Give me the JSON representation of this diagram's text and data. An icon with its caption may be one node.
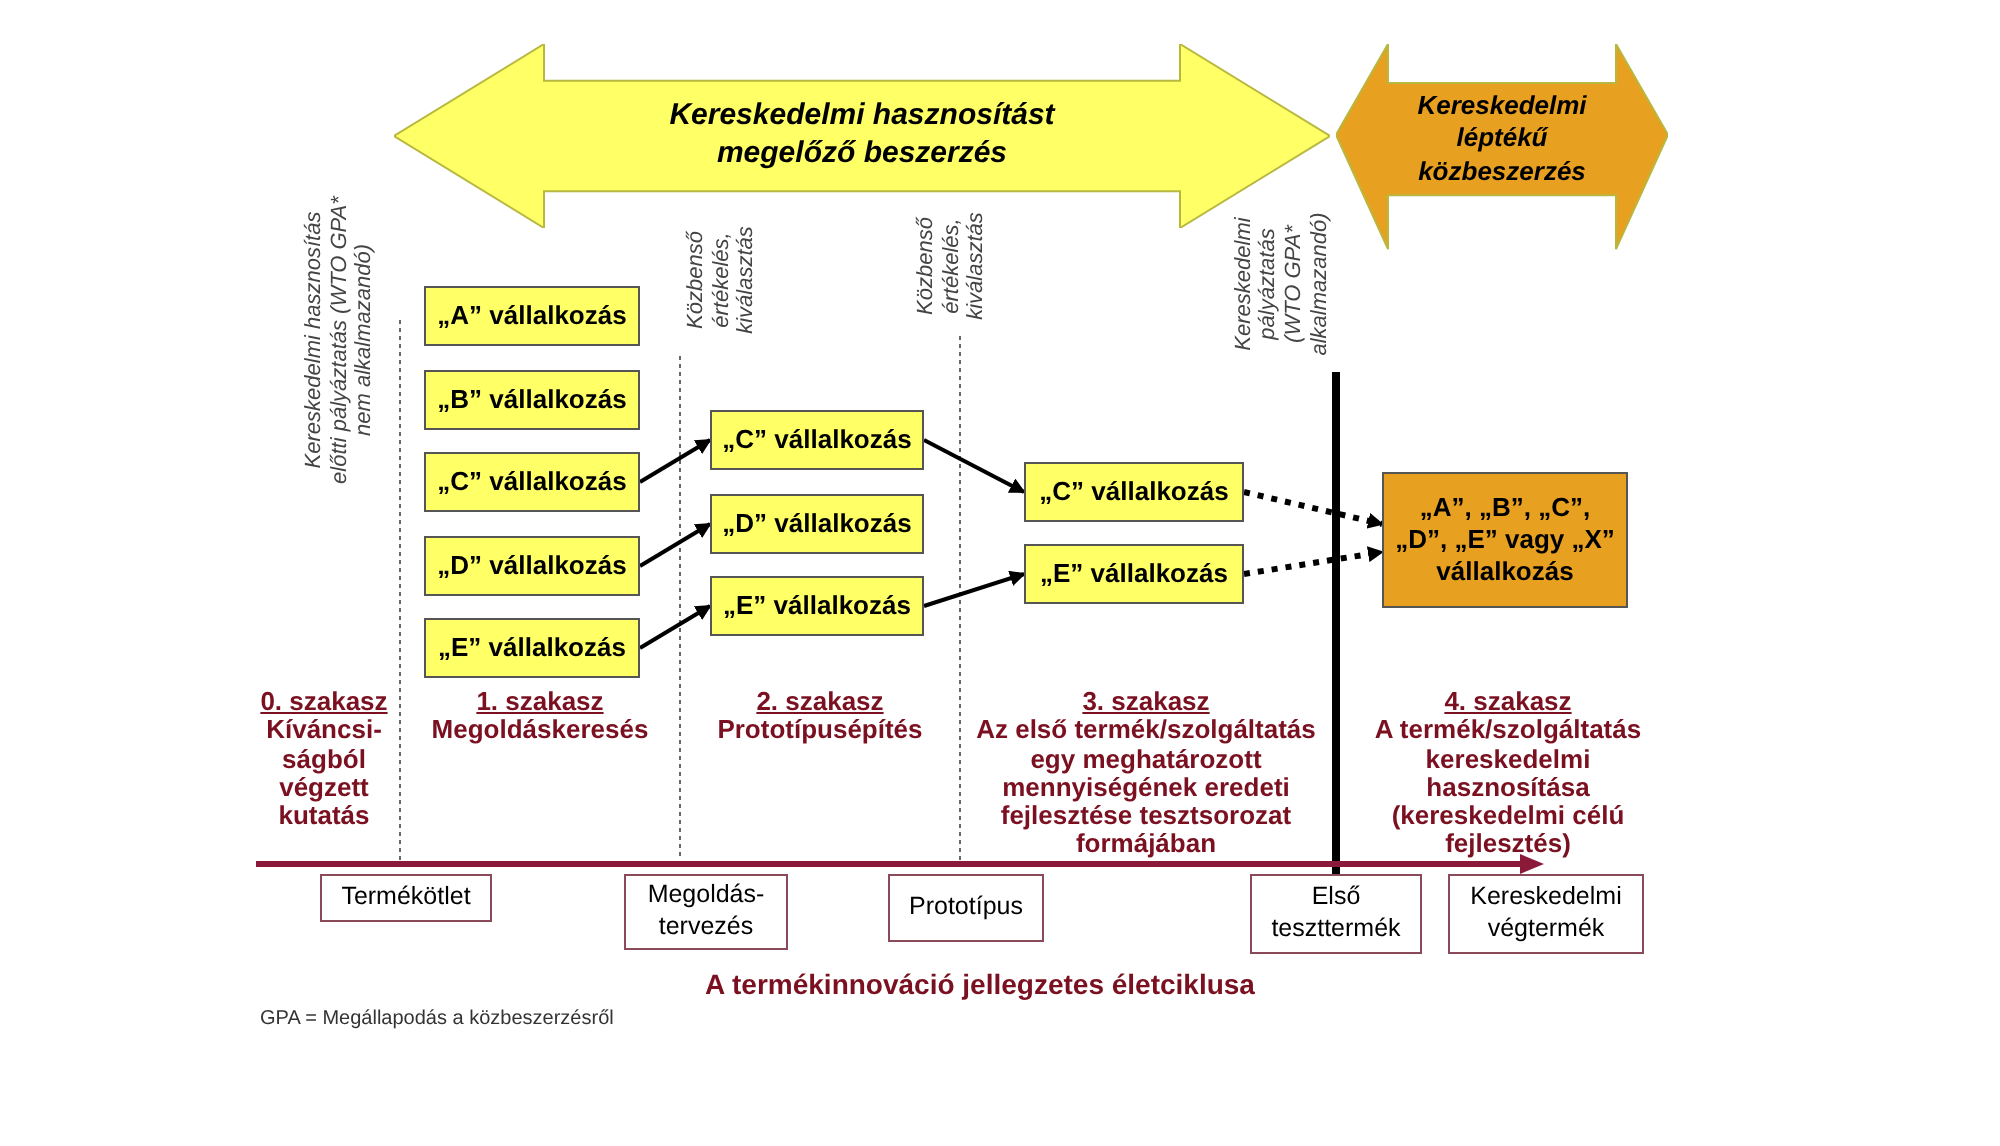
{
  "diagram": {
    "title": "A termékinnováció jellegzetes életciklusa",
    "nodes": [
      {
        "text": [
          "Kereskedelmi hasznosítást megelőző beszerzés"
        ]
      },
      {
        "text": [
          "Kereskedelmi léptékű közbeszerzés"
        ]
      },
      {
        "text": [
          "„A” vállalkozás"
        ]
      },
      {
        "text": [
          "„B” vállalkozás"
        ]
      },
      {
        "text": [
          "„C” vállalkozás"
        ]
      },
      {
        "text": [
          "„D” vállalkozás"
        ]
      },
      {
        "text": [
          "„E” vállalkozás"
        ]
      },
      {
        "text": [
          "„C” vállalkozás"
        ]
      },
      {
        "text": [
          "„D” vállalkozás"
        ]
      },
      {
        "text": [
          "„E” vállalkozás"
        ]
      },
      {
        "text": [
          "„C” vállalkozás"
        ]
      },
      {
        "text": [
          "„E” vállalkozás"
        ]
      },
      {
        "text": [
          "„A”, „B”, „C”, „D”, „E” vagy „X” vállalkozás"
        ]
      },
      {
        "text": [
          "Termékötlet"
        ]
      },
      {
        "text": [
          "Megoldás- tervezés"
        ]
      },
      {
        "text": [
          "Prototípus"
        ]
      },
      {
        "text": [
          "Első teszttermék"
        ]
      },
      {
        "text": [
          "Kereskedelmi végtermék"
        ]
      }
    ],
    "edges": [
      {
        "from": 4,
        "to": 7,
        "arrow": "to"
      },
      {
        "from": 5,
        "to": 8,
        "arrow": "to"
      },
      {
        "from": 6,
        "to": 9,
        "arrow": "to"
      },
      {
        "from": 7,
        "to": 10,
        "arrow": "to"
      },
      {
        "from": 9,
        "to": 11,
        "arrow": "to"
      },
      {
        "from": 10,
        "to": 12,
        "arrow": "to",
        "style": "dashed"
      },
      {
        "from": 11,
        "to": 12,
        "arrow": "to",
        "style": "dashed"
      }
    ],
    "labels": [
      "Kereskedelmi hasznosítás előtti pályáztatás (WTO GPA* nem alkalmazandó)",
      "Közbenső értékelés, kiválasztás",
      "Közbenső értékelés, kiválasztás",
      "Kereskedelmi pályáztatás (WTO GPA* alkalmazandó)",
      "0. szakasz",
      "Kíváncsi- ságból végzett kutatás",
      "1. szakasz",
      "Megoldáskeresés",
      "2. szakasz",
      "Prototípusépítés",
      "3. szakasz",
      "Az első termék/szolgáltatás egy meghatározott mennyiségének eredeti fejlesztése tesztsorozat formájában",
      "4. szakasz",
      "A termék/szolgáltatás kereskedelmi hasznosítása (kereskedelmi célú fejlesztés)",
      "GPA = Megállapodás a közbeszerzésről"
    ]
  }
}
